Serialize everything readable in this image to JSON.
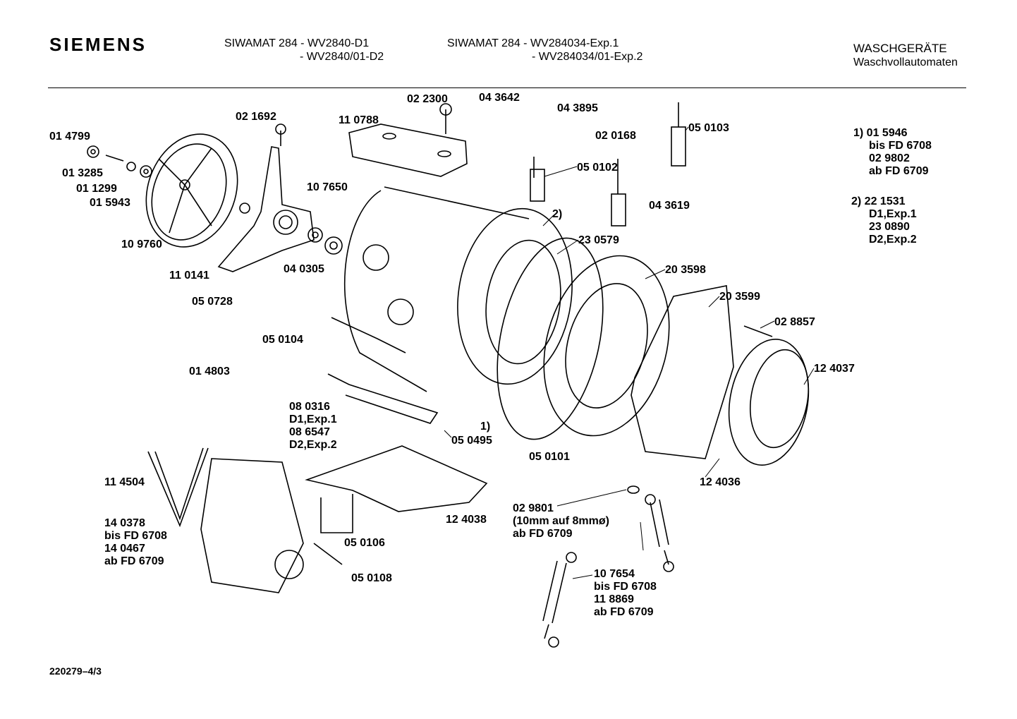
{
  "header": {
    "brand": "SIEMENS",
    "model_a_line1": "SIWAMAT 284 - WV2840-D1",
    "model_a_line2": "- WV2840/01-D2",
    "model_b_line1": "SIWAMAT 284 - WV284034-Exp.1",
    "model_b_line2": "- WV284034/01-Exp.2",
    "category": "WASCHGERÄTE",
    "subcategory": "Waschvollautomaten"
  },
  "parts": [
    "02 1692",
    "01 4799",
    "01 3285",
    "01 1299",
    "01 5943",
    "10 9760",
    "11 0141",
    "10 7650",
    "04 0305",
    "11 0788",
    "02 2300",
    "04 3642",
    "04 3895",
    "05 0103",
    "02 0168",
    "05 0102",
    "04 3619",
    "2)",
    "23 0579",
    "20 3598",
    "20 3599",
    "02 8857",
    "12 4037",
    "05 0728",
    "05 0104",
    "01 4803",
    "1)",
    "05 0495",
    "05 0101",
    "12 4036",
    "11 4504",
    "12 4038",
    "05 0106",
    "05 0108"
  ],
  "multi": {
    "heater": [
      "08 0316",
      "D1,Exp.1",
      "08 6547",
      "D2,Exp.2"
    ],
    "motor": [
      "14 0378",
      "bis FD 6708",
      "14 0467",
      "ab FD 6709"
    ],
    "bushing": [
      "02 9801",
      "(10mm auf 8mmø)",
      "ab FD 6709"
    ],
    "damper": [
      "10 7654",
      "bis FD 6708",
      "11 8869",
      "ab FD 6709"
    ]
  },
  "notes": {
    "n1": [
      "1) 01 5946",
      "bis FD 6708",
      "02 9802",
      "ab FD 6709"
    ],
    "n2": [
      "2)  22 1531",
      "D1,Exp.1",
      "23 0890",
      "D2,Exp.2"
    ]
  },
  "footer": "220279–4/3"
}
